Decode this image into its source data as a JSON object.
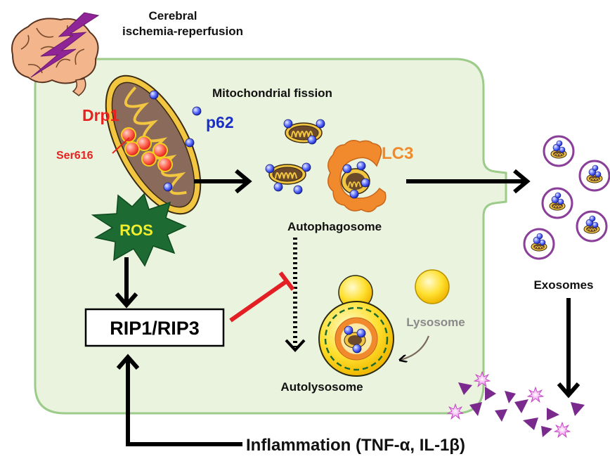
{
  "labels": {
    "trigger": [
      "Cerebral",
      "ischemia-reperfusion"
    ],
    "fission": "Mitochondrial fission",
    "drp1": "Drp1",
    "p62": "p62",
    "ser616": "Ser616",
    "ros": "ROS",
    "lc3": "LC3",
    "autophagosome": "Autophagosome",
    "rip": "RIP1/RIP3",
    "lysosome": "Lysosome",
    "autolysosome": "Autolysosome",
    "exosomes": "Exosomes",
    "inflammation": "Inflammation (TNF-α, IL-1β)"
  },
  "colors": {
    "drp1": "#e8221e",
    "p62": "#1c2fc4",
    "lc3": "#f08a2c",
    "ros": "#1d6b32",
    "ros_text": "#f2ee2a",
    "inhibit": "#e31e24",
    "lysosome_text": "#8a8a8a",
    "cell_fill": "#e9f3de",
    "cell_edge": "#9ccb8a",
    "exosome_ring": "#8a3f98",
    "cytokine": "#7a2a8c",
    "brain": "#f2b58c",
    "lightning": "#8e2496"
  }
}
